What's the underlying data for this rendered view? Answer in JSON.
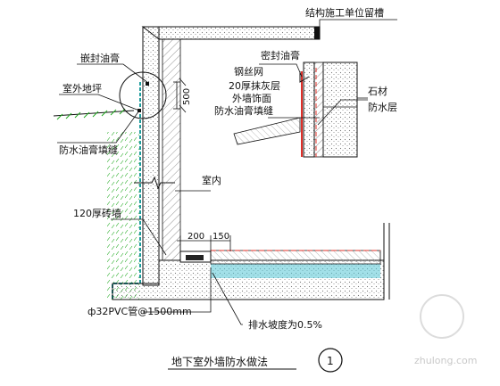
{
  "labels": {
    "reserved_slot": "结构施工单位留槽",
    "sealing_paste_left": "嵌封油膏",
    "outdoor_ground": "室外地坪",
    "waterproof_paste_left": "防水油膏填缝",
    "dim_500": "500",
    "sealing_paste_right": "密封油膏",
    "steel_mesh": "钢丝网",
    "mortar_20": "20厚抹灰层",
    "wall_finish": "外墙饰面",
    "waterproof_paste_right": "防水油膏填缝",
    "stone": "石材",
    "waterproof_layer": "防水层",
    "indoor": "室内",
    "brick_wall": "120厚砖墙",
    "dim_200": "200",
    "dim_150": "150",
    "pvc_pipe": "ф32PVC管@1500mm",
    "slope": "排水坡度为0.5%",
    "drawing_title": "地下室外墙防水做法",
    "detail_number": "1",
    "watermark_url": "zhulong.com"
  },
  "colors": {
    "line": "#111111",
    "waterproof": "#e0302a",
    "membrane": "#1f9c9c",
    "water": "#56c7d6"
  }
}
